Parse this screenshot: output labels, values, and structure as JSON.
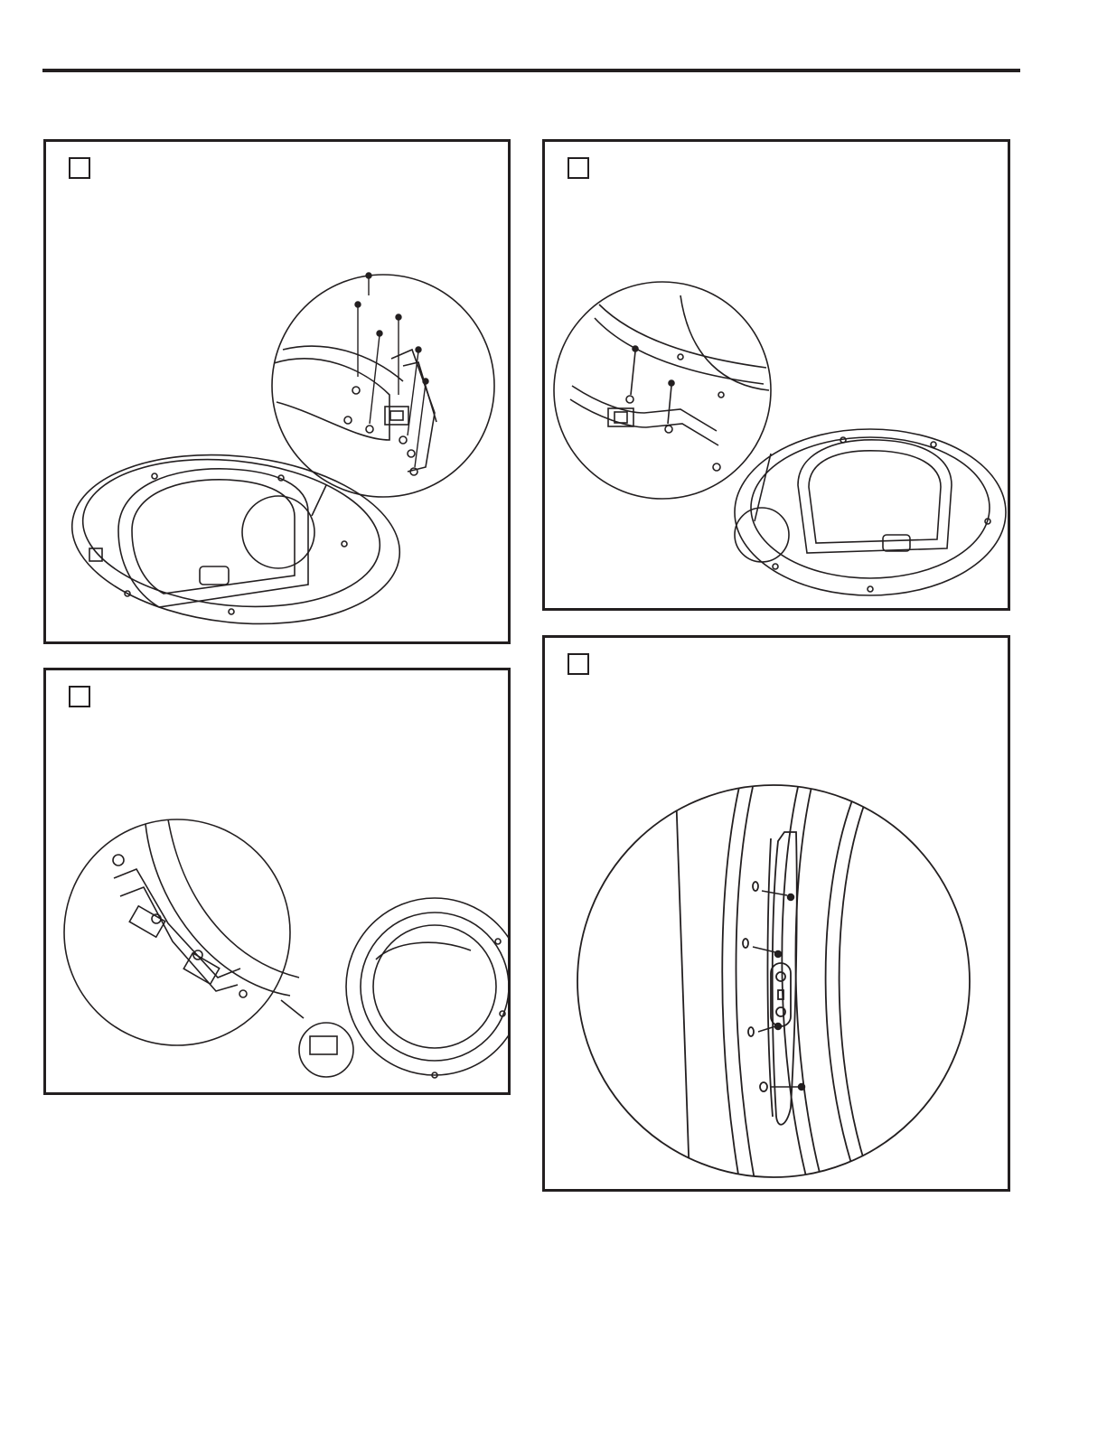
{
  "document": {
    "panels": [
      {
        "id": "panel-1",
        "step_label": "",
        "text": ""
      },
      {
        "id": "panel-2",
        "step_label": "",
        "text": ""
      },
      {
        "id": "panel-3",
        "step_label": "",
        "text": ""
      },
      {
        "id": "panel-4",
        "step_label": "",
        "text": ""
      }
    ]
  },
  "colors": {
    "ink": "#231f20",
    "paper": "#ffffff",
    "shade": "#d9d9d9"
  }
}
